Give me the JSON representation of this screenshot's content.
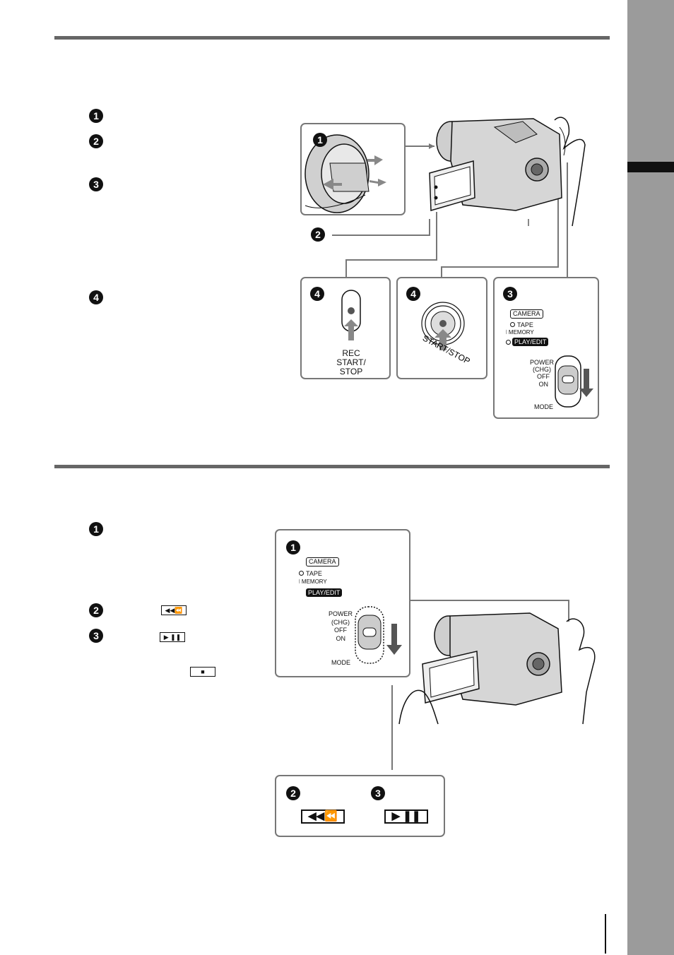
{
  "figure1": {
    "steps": [
      "1",
      "2",
      "3",
      "4"
    ],
    "step_callouts": {
      "c1": "1",
      "c2": "2",
      "c3": "3",
      "c4a": "4",
      "c4b": "4"
    },
    "rec_button_label": "REC\nSTART/\nSTOP",
    "start_stop_label": "START/STOP",
    "mode_dial": {
      "camera": "CAMERA",
      "tape": "TAPE",
      "memory": "MEMORY",
      "play_edit": "PLAY/EDIT",
      "power": "POWER",
      "chg": "(CHG)",
      "off": "OFF",
      "on": "ON",
      "mode": "MODE"
    }
  },
  "figure2": {
    "steps": [
      "1",
      "2",
      "3"
    ],
    "step_callouts": {
      "c1": "1",
      "c2": "2",
      "c3": "3"
    },
    "mode_dial": {
      "camera": "CAMERA",
      "tape": "TAPE",
      "memory": "MEMORY",
      "play_edit": "PLAY/EDIT",
      "power": "POWER",
      "chg": "(CHG)",
      "off": "OFF",
      "on": "ON",
      "mode": "MODE"
    },
    "keys": {
      "rewind": "◀◀⏪",
      "play_pause": "▶ ❚❚",
      "stop": "■"
    }
  },
  "icons": [
    "camcorder-illustration",
    "lens-cap-illustration",
    "hand-illustration",
    "arrow-down-icon"
  ]
}
